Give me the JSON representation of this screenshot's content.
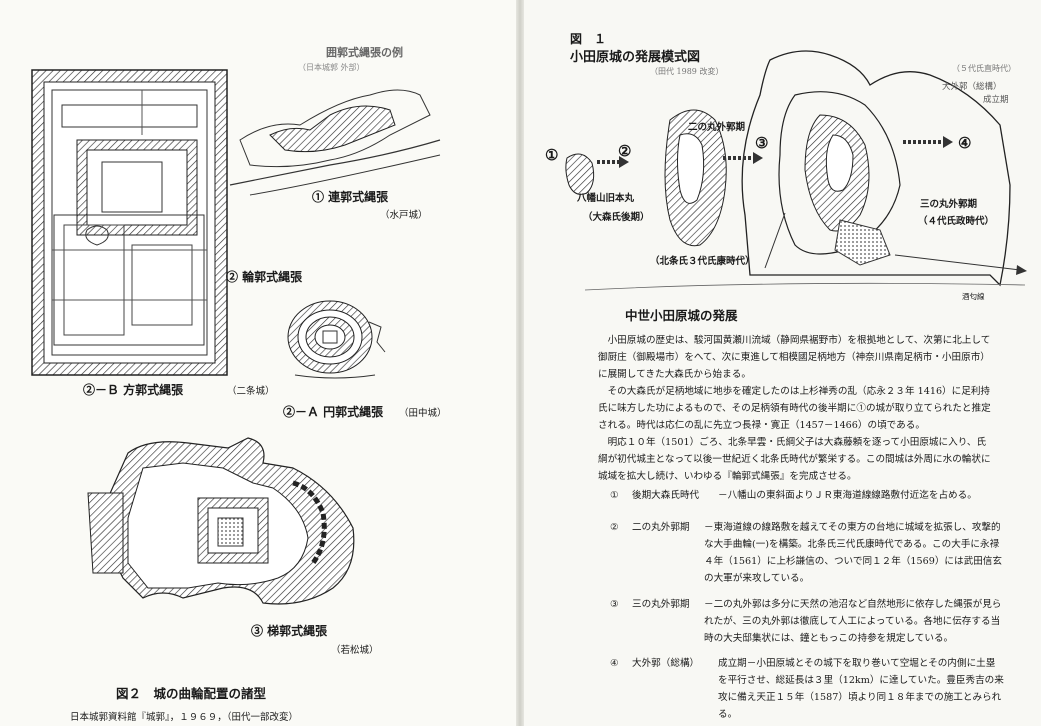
{
  "left_page": {
    "figure_title": "図２　城の曲輪配置の諸型",
    "source": "日本城郭資料館『城郭』，１９６９，（田代一部改変）",
    "top_right_title": "囲郭式縄張の例",
    "top_right_subtitle": "（日本城郭 外部）",
    "types": [
      {
        "label": "① 連郭式縄張",
        "castle": "（水戸城）"
      },
      {
        "label": "② 輪郭式縄張",
        "castle": ""
      },
      {
        "label": "②－Ａ 円郭式縄張",
        "castle": "（田中城）"
      },
      {
        "label": "②－Ｂ 方郭式縄張",
        "castle": "（二条城）"
      },
      {
        "label": "③ 梯郭式縄張",
        "castle": "（若松城）"
      }
    ]
  },
  "right_page": {
    "figure_label": "図　１",
    "figure_title": "小田原城の発展模式図",
    "figure_subtitle": "（田代 1989 改変）",
    "stage_numbers": [
      "①",
      "②",
      "③",
      "④"
    ],
    "diagram_labels": {
      "stage1": "八幡山旧本丸",
      "stage1_period": "（大森氏後期）",
      "stage2_outer": "二の丸外郭期",
      "stage2_period": "（北条氏３代氏康時代）",
      "stage3": "三の丸外郭期",
      "stage3_period": "（４代氏政時代）",
      "stage4_top": "（５代氏直時代）",
      "stage4": "大外郭（総構）",
      "stage4_period": "成立期",
      "coast": "酒匂線"
    },
    "section_title": "中世小田原城の発展",
    "paragraphs": [
      "小田原城の歴史は、駿河国黄瀬川流域（静岡県裾野市）を根拠地として、次第に北上して御厨庄（御殿場市）をへて、次に東進して相模國足柄地方（神奈川県南足柄市・小田原市）に展開してきた大森氏から始まる。",
      "その大森氏が足柄地域に地歩を確定したのは上杉禅秀の乱（応永２３年 1416）に足利持氏に味方した功によるもので、その足柄領有時代の後半期に①の城が取り立てられたと推定される。時代は応仁の乱に先立つ長禄・寛正（1457－1466）の頃である。",
      "明応１０年（1501）ごろ、北条早雲・氏綱父子は大森藤頼を逐って小田原城に入り、氏綱が初代城主となって以後一世紀近く北条氏時代が繁栄する。この間城は外周に水の輪状に城域を拡大し続け、いわゆる『輪郭式縄張』を完成させる。"
    ],
    "items": [
      {
        "num": "①",
        "name": "後期大森氏時代",
        "desc": "－八幡山の東斜面よりＪＲ東海道線線路敷付近迄を占める。"
      },
      {
        "num": "②",
        "name": "二の丸外郭期",
        "desc": "－東海道線の線路敷を越えてその東方の台地に城域を拡張し、攻撃的な大手曲輪(一)を構築。北条氏三代氏康時代である。この大手に永禄４年（1561）に上杉謙信の、ついで同１２年（1569）には武田信玄の大軍が来攻している。"
      },
      {
        "num": "③",
        "name": "三の丸外郭期",
        "desc": "－二の丸外郭は多分に天然の池沼など自然地形に依存した縄張が見られたが、三の丸外郭は徹底して人工によっている。各地に伝存する当時の大夫邸集状には、鐘ともっこの持参を規定している。"
      },
      {
        "num": "④",
        "name": "大外郭（総構）",
        "desc": "成立期－小田原城とその城下を取り巻いて空堀とその内側に土塁を平行させ、総延長は３里（12km）に達していた。豊臣秀吉の来攻に備え天正１５年（1587）頃より同１８年までの施工とみられる。"
      }
    ]
  }
}
